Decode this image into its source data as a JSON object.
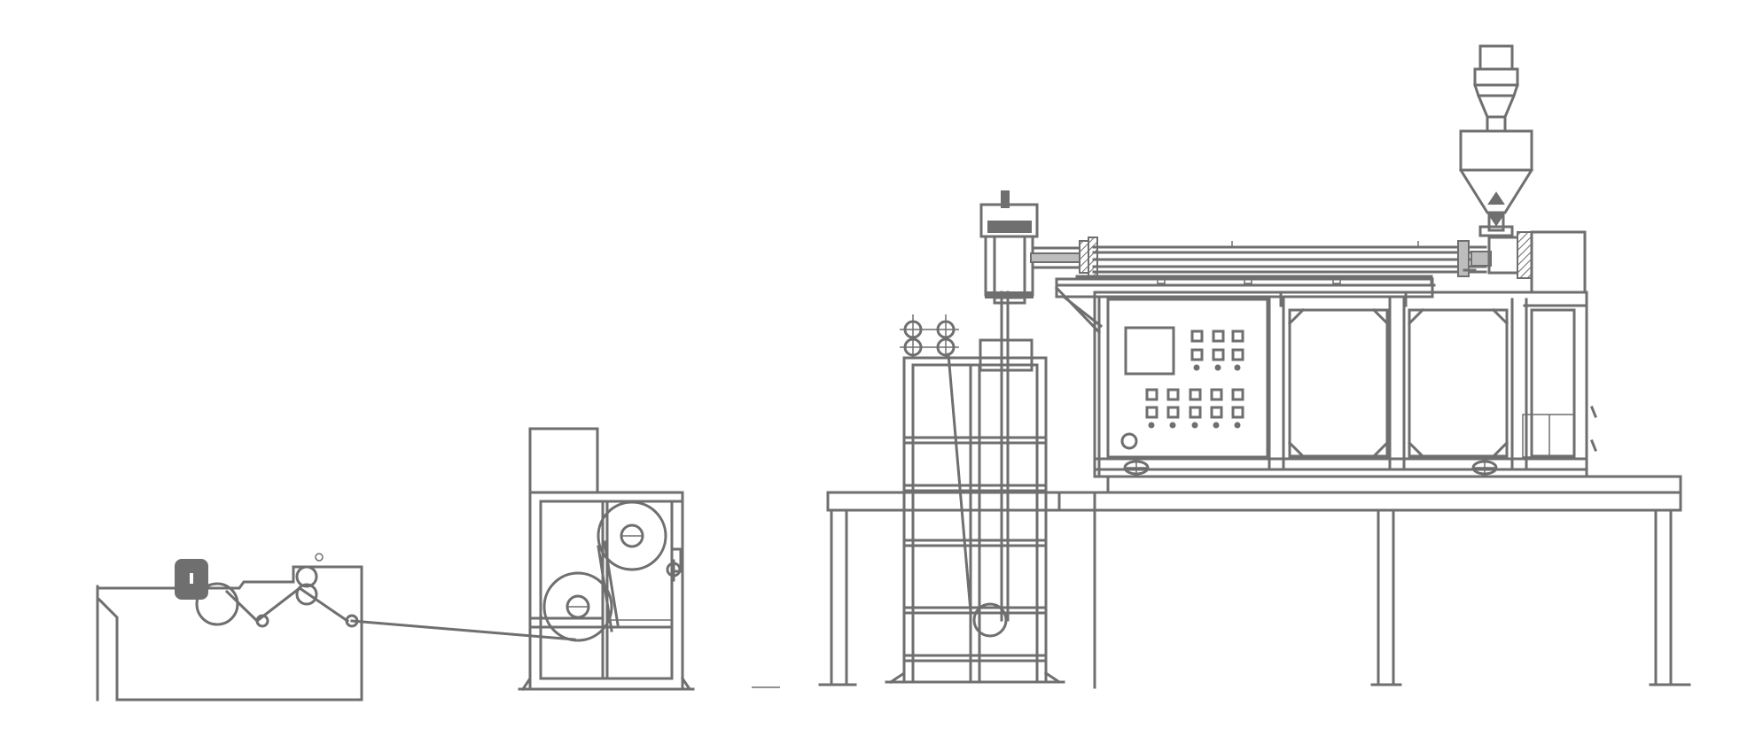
{
  "colors": {
    "line": "#6f6f6f",
    "light": "#bdbdbd",
    "background": "#ffffff"
  },
  "diagram": {
    "components": [
      {
        "name": "winding-machine",
        "icon": "winder-icon"
      },
      {
        "name": "haul-off-unit",
        "icon": "haul-off-icon"
      },
      {
        "name": "cooling-tower",
        "icon": "cooling-tank-icon"
      },
      {
        "name": "extruder",
        "icon": "extruder-icon"
      },
      {
        "name": "hopper",
        "icon": "hopper-icon"
      },
      {
        "name": "control-cabinet",
        "icon": "control-panel-icon"
      },
      {
        "name": "support-platform",
        "icon": "platform-icon"
      }
    ]
  }
}
